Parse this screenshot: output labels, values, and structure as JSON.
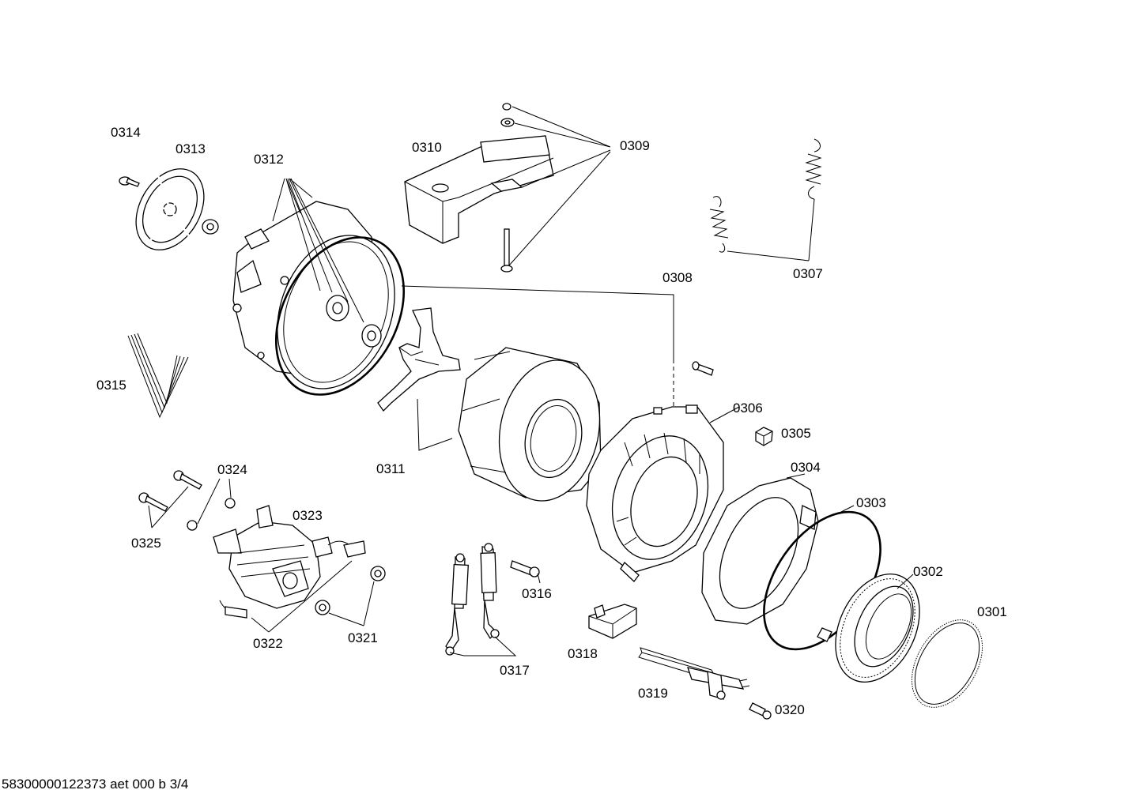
{
  "diagram": {
    "labels": {
      "p0301": "0301",
      "p0302": "0302",
      "p0303": "0303",
      "p0304": "0304",
      "p0305": "0305",
      "p0306": "0306",
      "p0307": "0307",
      "p0308": "0308",
      "p0309": "0309",
      "p0310": "0310",
      "p0311": "0311",
      "p0312": "0312",
      "p0313": "0313",
      "p0314": "0314",
      "p0315": "0315",
      "p0316": "0316",
      "p0317": "0317",
      "p0318": "0318",
      "p0319": "0319",
      "p0320": "0320",
      "p0321": "0321",
      "p0322": "0322",
      "p0323": "0323",
      "p0324": "0324",
      "p0325": "0325"
    },
    "footer": "58300000122373 aet 000 b 3/4"
  }
}
